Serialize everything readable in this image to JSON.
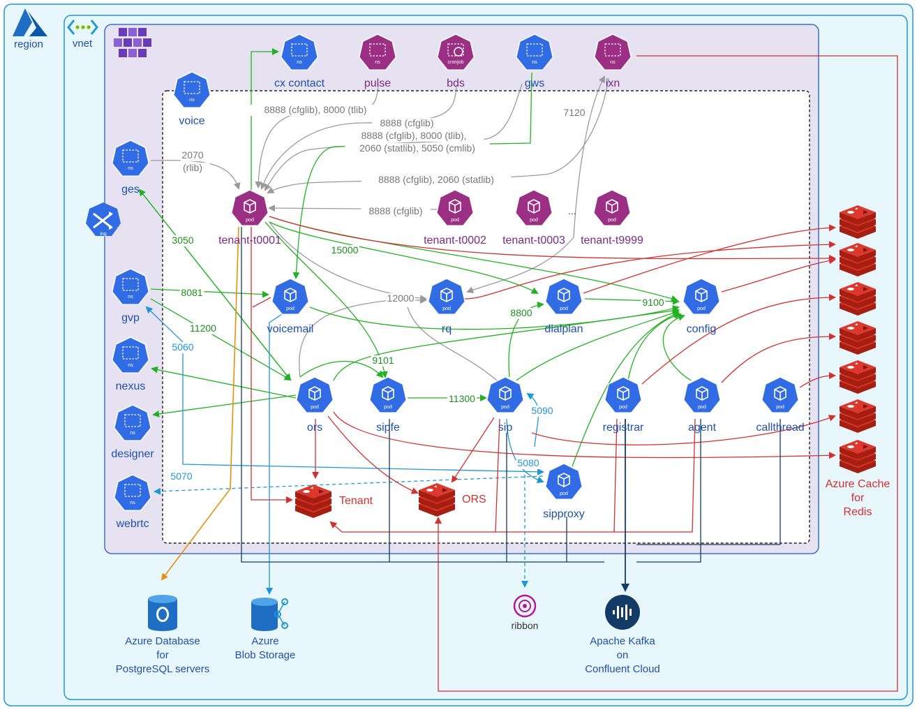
{
  "containers": {
    "region": "region",
    "vnet": "vnet"
  },
  "colors": {
    "blue": "#326ce5",
    "purple": "#9b2f83",
    "red": "#d32f2f",
    "green": "#22b122",
    "gray": "#9a9a9a",
    "lightblue": "#1e96d8",
    "orange": "#e8900c",
    "navy": "#143a66",
    "region_fill": "#e8f7fc",
    "aks_fill": "#e6e2f1",
    "label_blue": "#1f4fae",
    "label_red": "#d32f2f"
  },
  "namespaces": [
    {
      "id": "cxcontact",
      "label": "cx contact",
      "kind": "ns",
      "color": "blue"
    },
    {
      "id": "pulse",
      "label": "pulse",
      "kind": "ns",
      "color": "purple"
    },
    {
      "id": "bds",
      "label": "bds",
      "kind": "cronjob",
      "color": "purple"
    },
    {
      "id": "gws",
      "label": "gws",
      "kind": "ns",
      "color": "blue"
    },
    {
      "id": "ixn",
      "label": "ixn",
      "kind": "ns",
      "color": "purple"
    },
    {
      "id": "voice",
      "label": "voice",
      "kind": "ns",
      "color": "blue"
    },
    {
      "id": "ges",
      "label": "ges",
      "kind": "ns",
      "color": "blue"
    },
    {
      "id": "gvp",
      "label": "gvp",
      "kind": "ns",
      "color": "blue"
    },
    {
      "id": "nexus",
      "label": "nexus",
      "kind": "ns",
      "color": "blue"
    },
    {
      "id": "designer",
      "label": "designer",
      "kind": "ns",
      "color": "blue"
    },
    {
      "id": "webrtc",
      "label": "webrtc",
      "kind": "ns",
      "color": "blue"
    }
  ],
  "pods": [
    {
      "id": "tenant0001",
      "label": "tenant-t0001",
      "color": "purple"
    },
    {
      "id": "tenant0002",
      "label": "tenant-t0002",
      "color": "purple"
    },
    {
      "id": "tenant0003",
      "label": "tenant-t0003",
      "color": "purple"
    },
    {
      "id": "tenant9999",
      "label": "tenant-t9999",
      "color": "purple"
    },
    {
      "id": "voicemail",
      "label": "voicemail",
      "color": "blue"
    },
    {
      "id": "rq",
      "label": "rq",
      "color": "blue"
    },
    {
      "id": "dialplan",
      "label": "dialplan",
      "color": "blue"
    },
    {
      "id": "config",
      "label": "config",
      "color": "blue"
    },
    {
      "id": "ors",
      "label": "ors",
      "color": "blue"
    },
    {
      "id": "sipfe",
      "label": "sipfe",
      "color": "blue"
    },
    {
      "id": "sip",
      "label": "sip",
      "color": "blue"
    },
    {
      "id": "registrar",
      "label": "registrar",
      "color": "blue"
    },
    {
      "id": "agent",
      "label": "agent",
      "color": "blue"
    },
    {
      "id": "callthread",
      "label": "callthread",
      "color": "blue"
    },
    {
      "id": "sipproxy",
      "label": "sipproxy",
      "color": "blue"
    }
  ],
  "ellipsis": "...",
  "redis_local": [
    {
      "id": "tenant",
      "label": "Tenant"
    },
    {
      "id": "ors",
      "label": "ORS"
    }
  ],
  "redis_cache_label": [
    "Azure Cache",
    "for",
    "Redis"
  ],
  "external": {
    "postgres": [
      "Azure Database",
      "for",
      "PostgreSQL servers"
    ],
    "blob": [
      "Azure",
      "Blob Storage"
    ],
    "ribbon": "ribbon",
    "kafka": [
      "Apache Kafka",
      "on",
      "Confluent Cloud"
    ]
  },
  "ingress_label": "ing",
  "ns_badge": "ns",
  "pod_badge": "pod",
  "cronjob_badge": "cronjob",
  "edge_labels": {
    "pulse": "8888 (cfglib), 8000 (tlib)",
    "bds": "8888 (cfglib)",
    "gws_1": "8888 (cfglib), 8000 (tlib),",
    "gws_2": "2060 (statlib), 5050 (cmlib)",
    "ixn_port": "7120",
    "ixn_stat": "8888 (cfglib), 2060 (statlib)",
    "tenant2": "8888 (cfglib)",
    "ges_1": "2070",
    "ges_2": "(rlib)",
    "p3050": "3050",
    "p15000": "15000",
    "p8081": "8081",
    "p11200": "11200",
    "p5060": "5060",
    "p12000": "12000",
    "p8800": "8800",
    "p9100": "9100",
    "p9101": "9101",
    "p11300": "11300",
    "p5090": "5090",
    "p5080": "5080",
    "p5070": "5070"
  }
}
